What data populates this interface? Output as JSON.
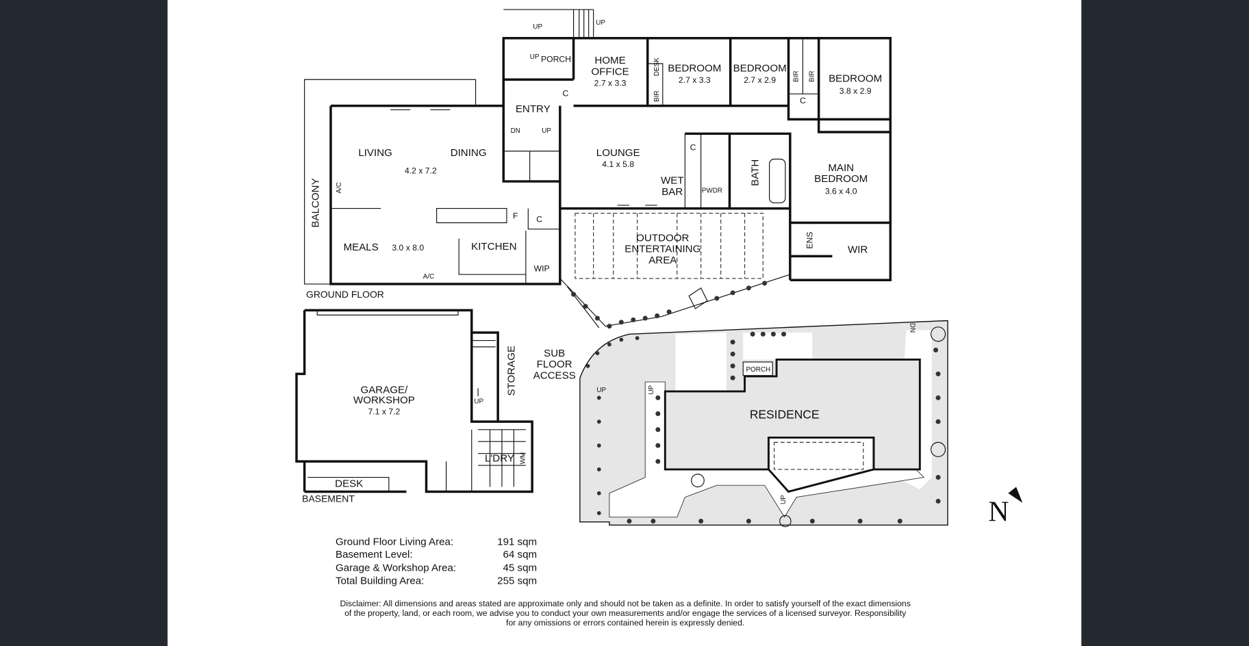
{
  "ground_floor": {
    "title": "GROUND FLOOR",
    "rooms": {
      "balcony": "BALCONY",
      "living": "LIVING",
      "dining": "DINING",
      "living_dim": "4.2 x 7.2",
      "meals": "MEALS",
      "meals_dim": "3.0 x 8.0",
      "kitchen": "KITCHEN",
      "wip": "WIP",
      "entry": "ENTRY",
      "porch": "PORCH",
      "home_office_1": "HOME",
      "home_office_2": "OFFICE",
      "home_office_dim": "2.7 x 3.3",
      "desk": "DESK",
      "bir": "BIR",
      "bedroom": "BEDROOM",
      "bedroom2_dim": "2.7 x 3.3",
      "bedroom3_dim": "2.7 x 2.9",
      "bedroom4_dim": "3.8 x 2.9",
      "lounge": "LOUNGE",
      "lounge_dim": "4.1 x 5.8",
      "wet_bar_1": "WET",
      "wet_bar_2": "BAR",
      "pwdr": "PWDR",
      "bath": "BATH",
      "main_bedroom_1": "MAIN",
      "main_bedroom_2": "BEDROOM",
      "main_bedroom_dim": "3.6 x 4.0",
      "ens": "ENS",
      "wir": "WIR",
      "outdoor_1": "OUTDOOR",
      "outdoor_2": "ENTERTAINING",
      "outdoor_3": "AREA",
      "closet": "C",
      "fridge": "F",
      "ac": "A/C",
      "up": "UP",
      "dn": "DN"
    }
  },
  "basement": {
    "title": "BASEMENT",
    "rooms": {
      "garage_1": "GARAGE/",
      "garage_2": "WORKSHOP",
      "garage_dim": "7.1 x 7.2",
      "storage": "STORAGE",
      "laundry": "L'DRY",
      "wm": "WM",
      "desk": "DESK",
      "up": "UP",
      "sub_1": "SUB",
      "sub_2": "FLOOR",
      "sub_3": "ACCESS"
    }
  },
  "site_plan": {
    "residence": "RESIDENCE",
    "porch": "PORCH",
    "up": "UP",
    "dn": "DN",
    "north": "N"
  },
  "areas": [
    {
      "label": "Ground Floor Living Area:",
      "value": "191 sqm"
    },
    {
      "label": "Basement Level:",
      "value": "64 sqm"
    },
    {
      "label": "Garage & Workshop Area:",
      "value": "45 sqm"
    },
    {
      "label": "Total Building Area:",
      "value": "255 sqm"
    }
  ],
  "disclaimer": [
    "Disclaimer: All dimensions and areas stated are approximate only and should not be taken as a definite. In order to satisfy yourself of the exact dimensions",
    "of the property, land, or each room, we advise you to conduct your own measurements and/or engage the services of a licensed surveyor. Responsibility",
    "for any omissions or errors contained herein is expressly denied."
  ],
  "colors": {
    "background": "#232a31",
    "paper": "#ffffff",
    "site_fill": "#e6e6e6"
  }
}
